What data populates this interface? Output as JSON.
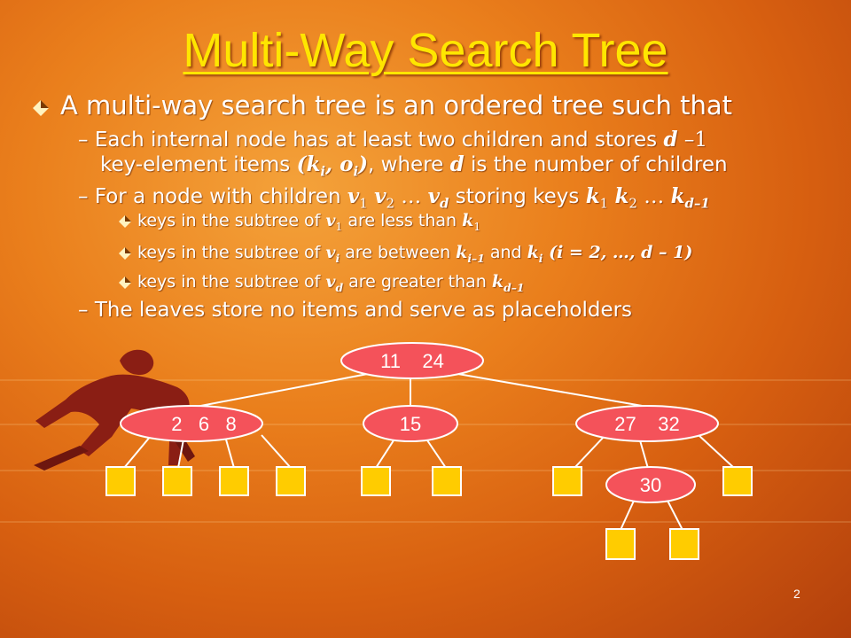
{
  "title": "Multi-Way Search Tree",
  "slide_number": "2",
  "bullets": {
    "l1": "A multi-way search tree is an ordered tree such that",
    "b1_text_a": "Each internal node has at least two children and stores ",
    "b1_math_a": "d",
    "b1_math_b": " –1",
    "b1_text_b": "key-element items ",
    "b1_math_c": "(k",
    "b1_sub_i1": "i",
    "b1_math_d": ", o",
    "b1_sub_i2": "i",
    "b1_math_e": ")",
    "b1_text_c": ", where ",
    "b1_math_f": "d",
    "b1_text_d": " is the number of children",
    "b2_text_a": "For a node with children ",
    "b2_v": "v",
    "b2_s1": "1",
    "b2_s2": "2",
    "b2_dots": " … ",
    "b2_sd": "d",
    "b2_text_b": " storing  keys ",
    "b2_k": "k",
    "b2_sdm1": "d–1",
    "s1_text_a": "keys in the subtree of ",
    "s1_text_b": " are less than ",
    "s2_text_a": "keys in the subtree of ",
    "s2_sub_i": "i",
    "s2_text_b": " are between ",
    "s2_sub_im1": "i–1",
    "s2_text_c": " and ",
    "s2_range": " (i = 2, …, d – 1)",
    "s3_text_a": "keys in the subtree of ",
    "s3_text_b": " are greater than ",
    "b3_text": "The leaves store no items and serve as placeholders",
    "dash": "–"
  },
  "tree": {
    "root": "11    24",
    "left": "2   6   8",
    "middle": "15",
    "right": "27    32",
    "inner": "30"
  },
  "colors": {
    "title": "#ffe600",
    "node_fill": "#f4525a",
    "leaf_fill": "#ffcc00",
    "edge": "#ffffff"
  }
}
